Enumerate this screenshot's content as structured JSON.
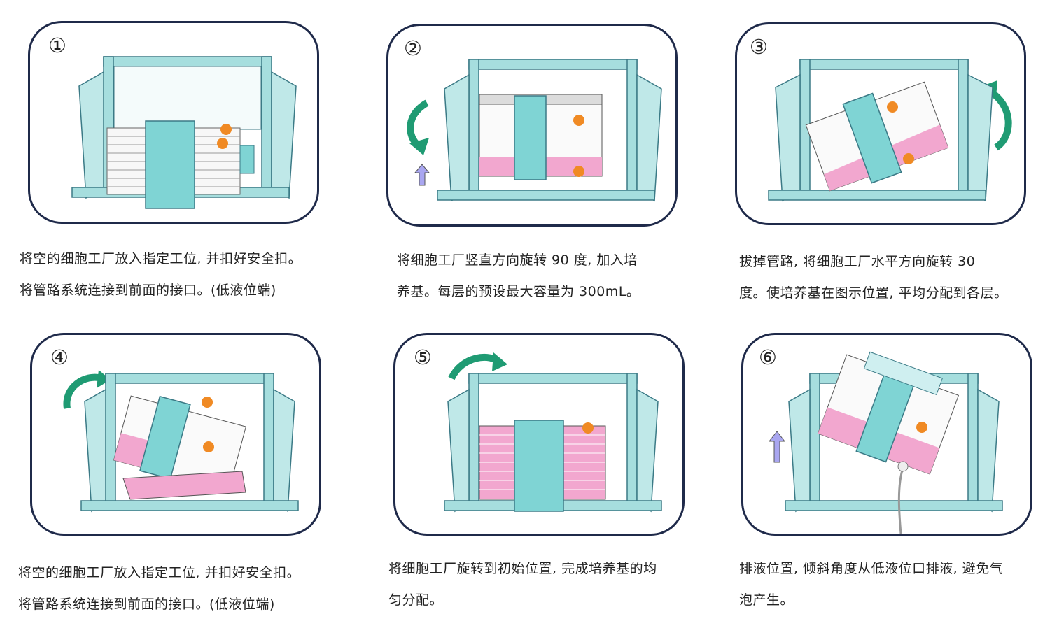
{
  "steps": [
    {
      "number": "①",
      "caption_lines": [
        "将空的细胞工厂放入指定工位, 并扣好安全扣。",
        "将管路系统连接到前面的接口。(低液位端)"
      ],
      "pose": "empty"
    },
    {
      "number": "②",
      "caption_lines": [
        "将细胞工厂竖直方向旋转 90 度, 加入培",
        "养基。每层的预设最大容量为 300mL。"
      ],
      "pose": "vertical",
      "arrows": [
        "ccw-rotate",
        "up"
      ]
    },
    {
      "number": "③",
      "caption_lines": [
        "拔掉管路, 将细胞工厂水平方向旋转 30",
        "度。使培养基在图示位置, 平均分配到各层。"
      ],
      "pose": "tilt-30",
      "arrows": [
        "ccw-rotate"
      ]
    },
    {
      "number": "④",
      "caption_lines": [
        "将空的细胞工厂放入指定工位, 并扣好安全扣。",
        "将管路系统连接到前面的接口。(低液位端)"
      ],
      "pose": "tilt-back",
      "arrows": [
        "cw-rotate"
      ]
    },
    {
      "number": "⑤",
      "caption_lines": [
        "将细胞工厂旋转到初始位置, 完成培养基的均",
        "匀分配。"
      ],
      "pose": "filled",
      "arrows": [
        "cw-rotate"
      ]
    },
    {
      "number": "⑥",
      "caption_lines": [
        "排液位置, 倾斜角度从低液位口排液, 避免气",
        "泡产生。"
      ],
      "pose": "drain",
      "arrows": [
        "up"
      ]
    }
  ],
  "colors": {
    "frame": "#a6dede",
    "frame_dark": "#3b7a86",
    "border": "#1f2a4a",
    "arrow_green": "#1f9b73",
    "arrow_blue": "#a9a6f0",
    "medium_pink": "#f2a7cf",
    "cap_orange": "#f08a24"
  }
}
